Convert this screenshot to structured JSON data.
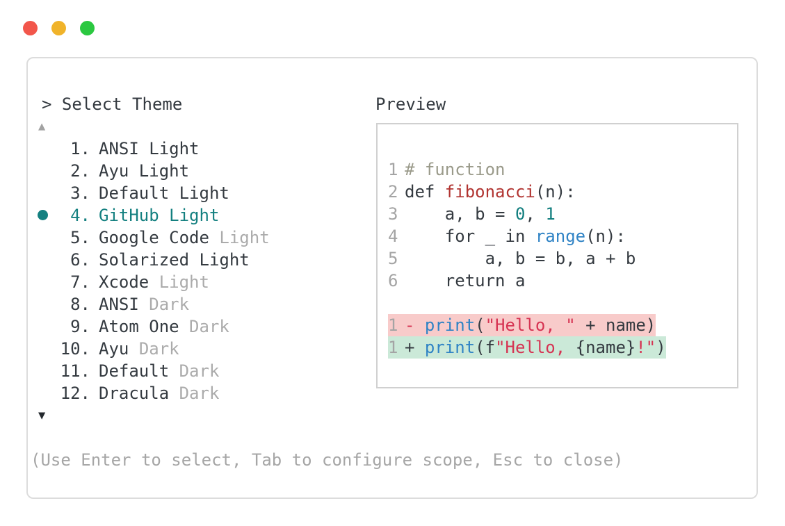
{
  "chrome": {
    "traffic_lights": [
      {
        "name": "close-button",
        "color_key": "traffic_red"
      },
      {
        "name": "minimize-button",
        "color_key": "traffic_yellow"
      },
      {
        "name": "zoom-button",
        "color_key": "traffic_green"
      }
    ]
  },
  "panel": {
    "prompt": "> Select Theme",
    "preview_label": "Preview",
    "scroll_up": "▲",
    "scroll_down": "▼",
    "footer": "(Use Enter to select, Tab to configure scope, Esc to close)"
  },
  "theme_list": {
    "items": [
      {
        "number": "1.",
        "name": "ANSI Light",
        "suffix": "",
        "selected": false
      },
      {
        "number": "2.",
        "name": "Ayu Light",
        "suffix": "",
        "selected": false
      },
      {
        "number": "3.",
        "name": "Default Light",
        "suffix": "",
        "selected": false
      },
      {
        "number": "4.",
        "name": "GitHub Light",
        "suffix": "",
        "selected": true
      },
      {
        "number": "5.",
        "name": "Google Code",
        "suffix": "Light",
        "selected": false
      },
      {
        "number": "6.",
        "name": "Solarized Light",
        "suffix": "",
        "selected": false
      },
      {
        "number": "7.",
        "name": "Xcode",
        "suffix": "Light",
        "selected": false
      },
      {
        "number": "8.",
        "name": "ANSI",
        "suffix": "Dark",
        "selected": false
      },
      {
        "number": "9.",
        "name": "Atom One",
        "suffix": "Dark",
        "selected": false
      },
      {
        "number": "10.",
        "name": "Ayu",
        "suffix": "Dark",
        "selected": false
      },
      {
        "number": "11.",
        "name": "Default",
        "suffix": "Dark",
        "selected": false
      },
      {
        "number": "12.",
        "name": "Dracula",
        "suffix": "Dark",
        "selected": false
      }
    ]
  },
  "preview": {
    "lines": [
      {
        "num": "1",
        "tokens": [
          {
            "s": "comment",
            "t": "# function"
          }
        ]
      },
      {
        "num": "2",
        "tokens": [
          {
            "s": "plain",
            "t": "def "
          },
          {
            "s": "func",
            "t": "fibonacci"
          },
          {
            "s": "plain",
            "t": "(n):"
          }
        ]
      },
      {
        "num": "3",
        "tokens": [
          {
            "s": "plain",
            "t": "    a, b = "
          },
          {
            "s": "num",
            "t": "0"
          },
          {
            "s": "plain",
            "t": ", "
          },
          {
            "s": "num",
            "t": "1"
          }
        ]
      },
      {
        "num": "4",
        "tokens": [
          {
            "s": "plain",
            "t": "    for _ in "
          },
          {
            "s": "builtin",
            "t": "range"
          },
          {
            "s": "plain",
            "t": "(n):"
          }
        ]
      },
      {
        "num": "5",
        "tokens": [
          {
            "s": "plain",
            "t": "        a, b = b, a + b"
          }
        ]
      },
      {
        "num": "6",
        "tokens": [
          {
            "s": "plain",
            "t": "    return a"
          }
        ]
      },
      {
        "num": "",
        "tokens": []
      },
      {
        "num": "1",
        "diff": "removed",
        "tokens": [
          {
            "s": "sign_removed",
            "t": "- "
          },
          {
            "s": "builtin",
            "t": "print"
          },
          {
            "s": "plain",
            "t": "("
          },
          {
            "s": "string",
            "t": "\"Hello, \""
          },
          {
            "s": "plain",
            "t": " + name)"
          }
        ]
      },
      {
        "num": "1",
        "diff": "added",
        "tokens": [
          {
            "s": "sign_added",
            "t": "+ "
          },
          {
            "s": "builtin",
            "t": "print"
          },
          {
            "s": "plain",
            "t": "(f"
          },
          {
            "s": "string",
            "t": "\"Hello, "
          },
          {
            "s": "plain",
            "t": "{name}"
          },
          {
            "s": "string",
            "t": "!\""
          },
          {
            "s": "plain",
            "t": ")"
          }
        ]
      }
    ]
  },
  "colors": {
    "accent_teal": "#148080",
    "text_dark": "#343a40",
    "text_dim": "#ababab",
    "footer_gray": "#a6a6a6",
    "line_number_gray": "#a4a4a4",
    "comment": "#9a9a8a",
    "function_red": "#b13431",
    "number_teal": "#117e7e",
    "builtin_blue": "#2f83c5",
    "string_crimson": "#d63352",
    "diff_removed_bg": "#f8cbca",
    "diff_added_bg": "#cbe9d8",
    "traffic_red": "#f2564b",
    "traffic_yellow": "#f0b32a",
    "traffic_green": "#2bc840",
    "window_border": "#dcdcdc",
    "preview_border": "#d0d0d0"
  }
}
